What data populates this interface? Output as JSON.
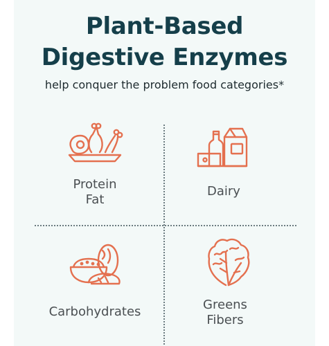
{
  "header": {
    "title_line1": "Plant-Based",
    "title_line2": "Digestive Enzymes",
    "subtitle": "help conquer the problem food categories*"
  },
  "categories": [
    {
      "icon": "meat-poultry-icon",
      "line1": "Protein",
      "line2": "Fat"
    },
    {
      "icon": "dairy-icon",
      "line1": "Dairy"
    },
    {
      "icon": "bread-grain-icon",
      "line1": "Carbohydrates"
    },
    {
      "icon": "leafy-greens-icon",
      "line1": "Greens",
      "line2": "Fibers"
    }
  ],
  "colors": {
    "title": "#153f4a",
    "icon_accent": "#e4704f",
    "label": "#4a4f52",
    "panel_background": "#f3f9f8"
  }
}
